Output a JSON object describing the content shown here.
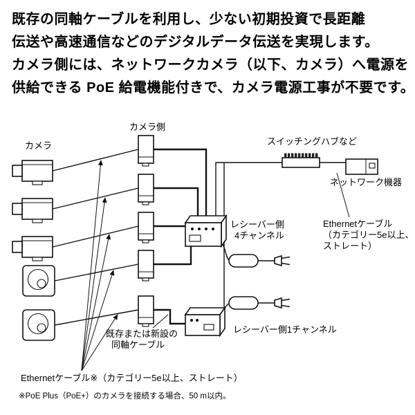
{
  "header": {
    "lines": [
      "既存の同軸ケーブルを利用し、少ない初期投資で長距離",
      "伝送や高速通信などのデジタルデータ伝送を実現します。",
      "カメラ側には、ネットワークカメラ（以下、カメラ）へ電源を",
      "供給できる PoE 給電機能付きで、カメラ電源工事が不要です。"
    ]
  },
  "diagram": {
    "labels": {
      "camera": "カメラ",
      "camera_side": "カメラ側",
      "switching_hub": "スイッチングハブなど",
      "network_device": "ネットワーク機器",
      "receiver_4ch": [
        "レシーバー側",
        "4チャンネル"
      ],
      "ethernet_right": [
        "Ethernetケーブル",
        "（カテゴリー5e以上、",
        "ストレート）"
      ],
      "receiver_1ch": "レシーバー側1チャンネル",
      "coax": [
        "既存または新設の",
        "同軸ケーブル"
      ],
      "ethernet_bottom": "Ethernetケーブル※（カテゴリー5e以上、ストレート）",
      "footnote": "※PoE Plus（PoE+）のカメラを接続する場合、50 m以内。"
    },
    "icons": {
      "box_camera": "box-camera-icon",
      "dome_camera": "dome-camera-icon",
      "coax_transmitter": "coax-transmitter-icon",
      "receiver_4ch": "receiver-4ch-icon",
      "receiver_1ch": "receiver-1ch-icon",
      "ac_adapter": "ac-adapter-icon",
      "power_plug": "power-plug-icon",
      "switching_hub": "switching-hub-icon",
      "network_device": "network-device-icon"
    }
  },
  "colors": {
    "ink": "#111111",
    "background": "#ffffff"
  }
}
